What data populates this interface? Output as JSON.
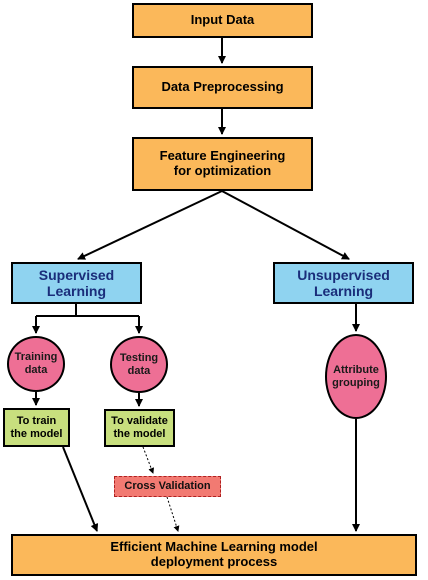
{
  "nodes": {
    "input_data": "Input Data",
    "data_preprocessing": "Data Preprocessing",
    "feature_engineering": "Feature Engineering\nfor optimization",
    "supervised": "Supervised\nLearning",
    "unsupervised": "Unsupervised\nLearning",
    "training_data": "Training\ndata",
    "testing_data": "Testing\ndata",
    "attribute_grouping": "Attribute\ngrouping",
    "train_model": "To train\nthe model",
    "validate_model": "To validate\nthe model",
    "cross_validation": "Cross Validation",
    "deployment": "Efficient Machine Learning model\ndeployment process"
  },
  "colors": {
    "process_box": "#fbb85a",
    "learning_box": "#8fd3f0",
    "learning_text": "#1a2d7a",
    "circle": "#ee6f95",
    "action_box": "#c8df7e",
    "validation_box": "#f27a72",
    "validation_border": "#b02020"
  }
}
